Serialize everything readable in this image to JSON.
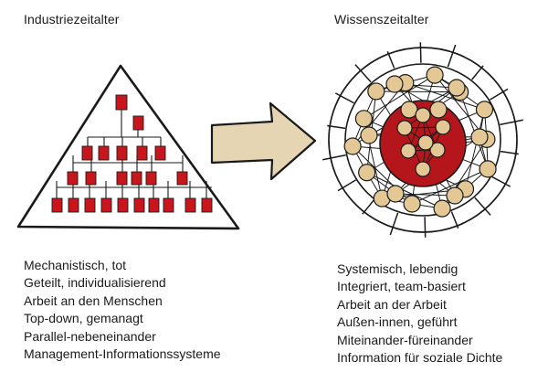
{
  "left": {
    "title": "Industriezeitalter",
    "items": [
      "Mechanistisch, tot",
      "Geteilt, individualisierend",
      "Arbeit an den Menschen",
      "Top-down, gemanagt",
      "Parallel-nebeneinander",
      "Management-Informationssysteme"
    ]
  },
  "right": {
    "title": "Wissenszeitalter",
    "items": [
      "Systemisch, lebendig",
      "Integriert, team-basiert",
      "Arbeit an der Arbeit",
      "Außen-innen, geführt",
      "Miteinander-füreinander",
      "Information für soziale Dichte"
    ]
  },
  "colors": {
    "box_red": "#c8161c",
    "core_red": "#b5161b",
    "node_fill": "#e3c896",
    "arrow_fill": "#e6d5b3",
    "ink": "#1a1a1a"
  },
  "icons": {
    "hierarchy": "pyramid-org-chart-icon",
    "transition": "right-arrow-icon",
    "network": "network-sphere-icon"
  }
}
